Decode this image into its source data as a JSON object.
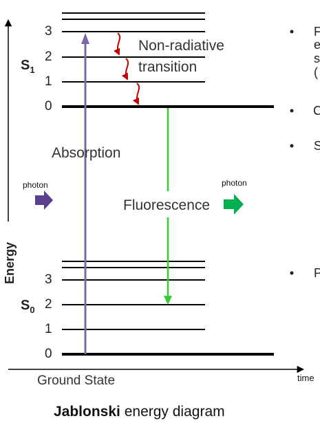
{
  "axis": {
    "energy_label": "Energy",
    "time_label": "time"
  },
  "states": {
    "s1": {
      "base": "S",
      "sub": "1"
    },
    "s0": {
      "base": "S",
      "sub": "0"
    }
  },
  "levels": {
    "s1": [
      "3",
      "2",
      "1",
      "0"
    ],
    "s0": [
      "3",
      "2",
      "1",
      "0"
    ]
  },
  "labels": {
    "non_radiative_line1": "Non-radiative",
    "non_radiative_line2": "transition",
    "absorption": "Absorption",
    "fluorescence": "Fluorescence",
    "photon_in": "photon",
    "photon_out": "photon",
    "ground_state": "Ground State"
  },
  "right_fragments": {
    "f": "F",
    "e": "e",
    "s": "s",
    "paren": "(",
    "c": "C",
    "s2": "S",
    "p": "P"
  },
  "caption": {
    "bold": "Jablonski",
    "rest": " energy diagram"
  },
  "colors": {
    "absorption_arrow": "#7b68a6",
    "fluorescence_arrow": "#33cc33",
    "nonradiative_arrow": "#c00000",
    "photon_in": "#5b3f8c",
    "photon_out": "#00b050",
    "lines": "#000000"
  }
}
